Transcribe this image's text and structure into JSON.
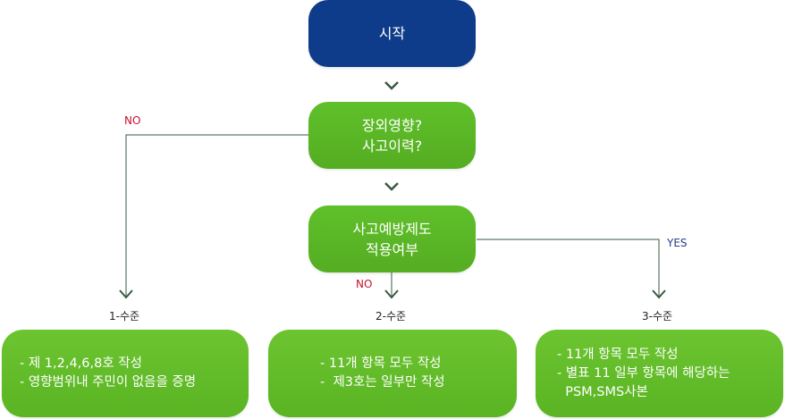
{
  "nodes": {
    "start": "시작",
    "decision1": [
      "장외영향?",
      "사고이력?"
    ],
    "decision2": [
      "사고예방제도",
      "적용여부"
    ]
  },
  "edge_labels": {
    "d1_no": "NO",
    "d2_no": "NO",
    "d2_yes": "YES"
  },
  "levels": [
    {
      "label": "1-수준",
      "lines": [
        "- 제 1,2,4,6,8호 작성",
        "- 영향범위내 주민이 없음을 증명"
      ]
    },
    {
      "label": "2-수준",
      "lines": [
        "- 11개 항목 모두 작성",
        "-  제3호는 일부만 작성"
      ]
    },
    {
      "label": "3-수준",
      "lines": [
        "- 11개 항목 모두 작성",
        "- 별표 11 일부 항목에 해당하는",
        "  PSM,SMS사본"
      ]
    }
  ],
  "colors": {
    "start": "#0f3c8a",
    "green": "#5ab423",
    "arrow": "#3a5a40",
    "no": "#c8102e",
    "yes": "#2a3a8c"
  }
}
